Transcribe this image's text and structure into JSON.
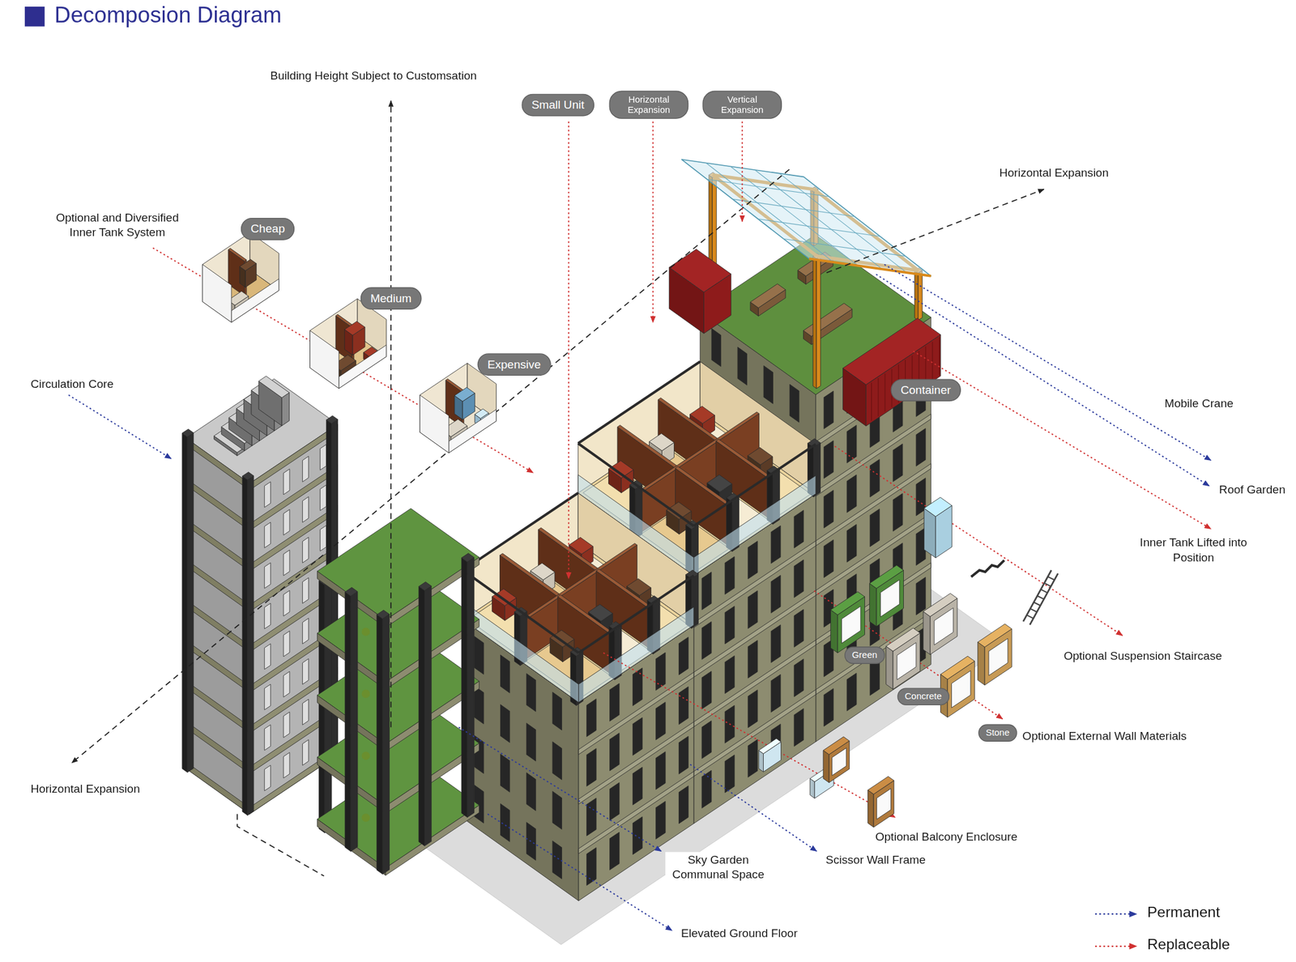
{
  "diagram": {
    "title": "Decomposion Diagram",
    "nodes": [
      {
        "text": [
          "Small Unit"
        ]
      },
      {
        "text": [
          "Horizontal Expansion"
        ]
      },
      {
        "text": [
          "Vertical Expansion"
        ]
      },
      {
        "text": [
          "Cheap"
        ]
      },
      {
        "text": [
          "Medium"
        ]
      },
      {
        "text": [
          "Expensive"
        ]
      },
      {
        "text": [
          "Container"
        ]
      },
      {
        "text": [
          "Green"
        ]
      },
      {
        "text": [
          "Concrete"
        ]
      },
      {
        "text": [
          "Stone"
        ]
      }
    ],
    "labels": [
      "Building Height Subject to Customsation",
      "Horizontal Expansion",
      "Optional and Diversified Inner Tank System",
      "Circulation Core",
      "Mobile Crane",
      "Roof Garden",
      "Inner Tank Lifted into Position",
      "Optional Suspension Staircase",
      "Optional External Wall Materials",
      "Horizontal Expansion",
      "Optional Balcony Enclosure",
      "Sky Garden Communal Space",
      "Scissor Wall Frame",
      "Elevated Ground Floor"
    ],
    "legend": [
      {
        "text": "Permanent"
      },
      {
        "text": "Replaceable"
      }
    ]
  }
}
